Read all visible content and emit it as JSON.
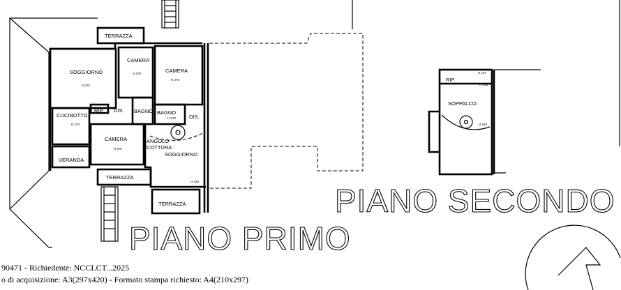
{
  "titles": {
    "first_floor": "PIANO PRIMO",
    "second_floor": "PIANO SECONDO"
  },
  "footer": {
    "line1": "90471 - Richiedente: NCCLCT...2025",
    "line2": "o di acquisizione: A3(297x420) - Formato stampa richiesto: A4(210x297)"
  },
  "first_floor_rooms": [
    {
      "name": "TERRAZZA"
    },
    {
      "name": "SOGGIORNO",
      "height": "H 270"
    },
    {
      "name": "CAMERA",
      "height": "H 270"
    },
    {
      "name": "CAMERA",
      "height": "H 270"
    },
    {
      "name": "CUCINOTTO",
      "height": "H 270"
    },
    {
      "name": "RIP."
    },
    {
      "name": "DIS."
    },
    {
      "name": "BAGNO"
    },
    {
      "name": "BAGNO",
      "height": "H 270"
    },
    {
      "name": "DIS."
    },
    {
      "name": "CAMERA",
      "height": "H 270"
    },
    {
      "name": "ANGOLO"
    },
    {
      "name": "COTTURA"
    },
    {
      "name": "SOGGIORNO"
    },
    {
      "name": "VERANDA"
    },
    {
      "name": "TERRAZZA"
    },
    {
      "name": "TERRAZZA"
    },
    {
      "name": "",
      "height": "H 430"
    }
  ],
  "second_floor_rooms": [
    {
      "name": "RIP.",
      "height": "H 107"
    },
    {
      "name": "",
      "height": "H 163"
    },
    {
      "name": "SOPPALCO",
      "height": "H 240"
    }
  ]
}
